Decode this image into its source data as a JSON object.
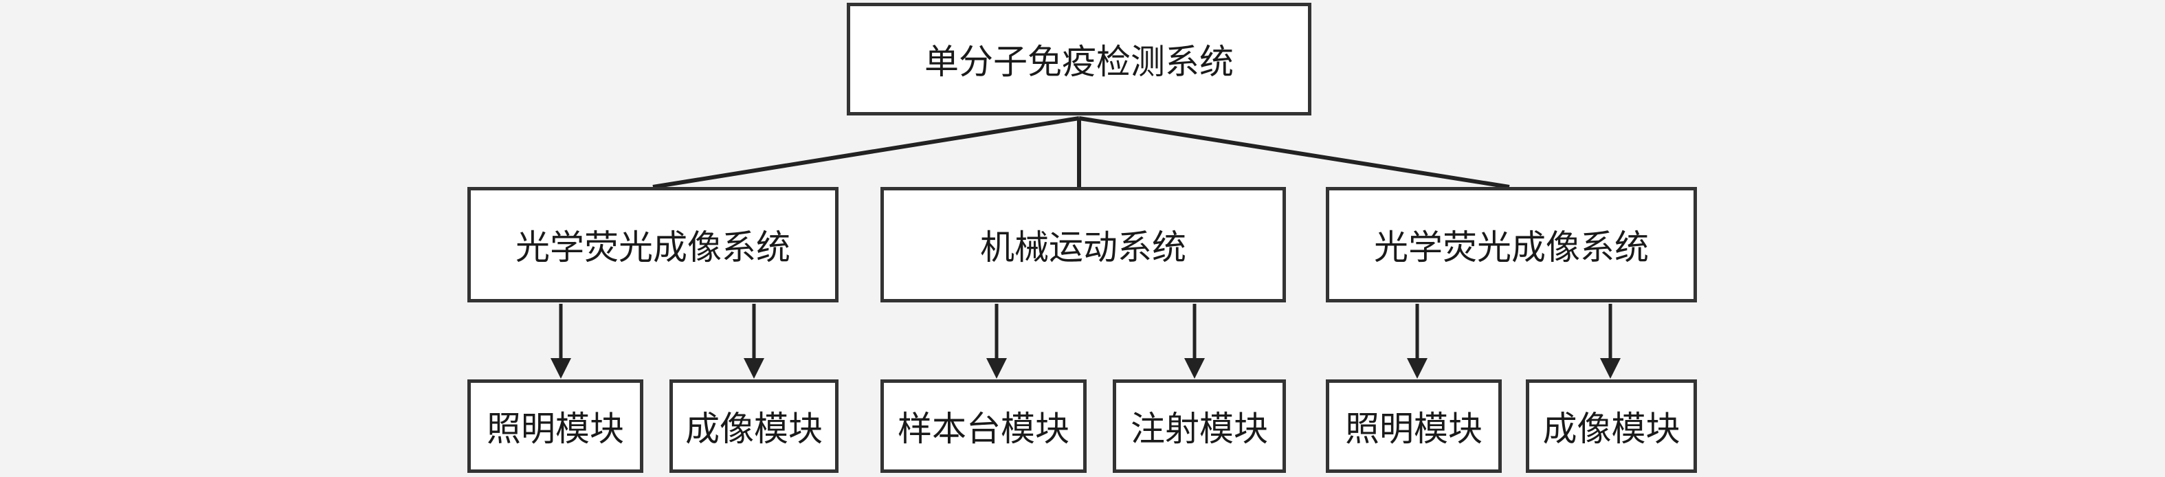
{
  "diagram": {
    "root": {
      "label": "单分子免疫检测系统"
    },
    "subsystems": [
      {
        "label": "光学荧光成像系统",
        "modules": [
          {
            "label": "照明模块"
          },
          {
            "label": "成像模块"
          }
        ]
      },
      {
        "label": "机械运动系统",
        "modules": [
          {
            "label": "样本台模块"
          },
          {
            "label": "注射模块"
          }
        ]
      },
      {
        "label": "光学荧光成像系统",
        "modules": [
          {
            "label": "照明模块"
          },
          {
            "label": "成像模块"
          }
        ]
      }
    ]
  },
  "colors": {
    "background": "#f3f3f3",
    "box_fill": "#ffffff",
    "border": "#333333",
    "line": "#222222",
    "text": "#1a1a1a"
  }
}
